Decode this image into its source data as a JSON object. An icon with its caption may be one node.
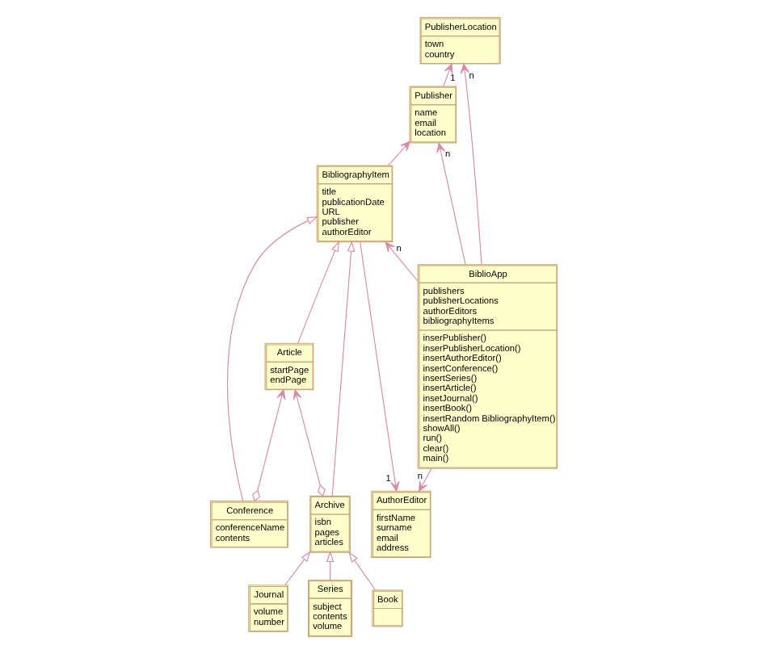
{
  "diagram": {
    "nodes": [
      {
        "text": [
          "PublisherLocation",
          "town country"
        ]
      },
      {
        "text": [
          "Publisher",
          "name email location"
        ]
      },
      {
        "text": [
          "BiblioApp",
          "publishers publisherLocations authorEditors bibliographyItems",
          "inserPublisher() inserPublisherLocation() insertAuthorEditor() insertConference() insertSeries() insertArticle() insetJournal() insertBook() insertRandom BibliographyItem() showAll() run() clear() main()"
        ]
      },
      {
        "text": [
          "BibliographyItem",
          "title publicationDate URL publisher authorEditor"
        ]
      },
      {
        "text": [
          "Archive",
          "isbn pages articles"
        ]
      },
      {
        "text": [
          "Article",
          "startPage endPage"
        ]
      },
      {
        "text": [
          "Conference",
          "conferenceName contents"
        ]
      },
      {
        "text": [
          "Journal",
          "volume number"
        ]
      },
      {
        "text": [
          "Series",
          "subject contents volume"
        ]
      },
      {
        "text": [
          "Book"
        ]
      },
      {
        "text": [
          "AuthorEditor",
          "firstName surname email address"
        ]
      }
    ],
    "edges": [
      {
        "from": 1,
        "to": 0,
        "arrow": "to",
        "label": "1"
      },
      {
        "from": 2,
        "to": 0,
        "arrow": "to",
        "label": "n"
      },
      {
        "from": 2,
        "to": 1,
        "arrow": "to",
        "label": "n"
      },
      {
        "from": 3,
        "to": 1,
        "arrow": "to"
      },
      {
        "from": 2,
        "to": 3,
        "arrow": "to",
        "label": "n"
      },
      {
        "from": 2,
        "to": 10,
        "arrow": "to",
        "label": "n"
      },
      {
        "from": 3,
        "to": 10,
        "arrow": "to",
        "label": "1"
      },
      {
        "from": 4,
        "to": 3,
        "arrow": "to"
      },
      {
        "from": 5,
        "to": 3,
        "arrow": "to"
      },
      {
        "from": 6,
        "to": 3,
        "arrow": "to"
      },
      {
        "from": 4,
        "to": 5,
        "arrow": "to"
      },
      {
        "from": 6,
        "to": 5,
        "arrow": "to"
      },
      {
        "from": 7,
        "to": 4,
        "arrow": "to"
      },
      {
        "from": 8,
        "to": 4,
        "arrow": "to"
      },
      {
        "from": 9,
        "to": 4,
        "arrow": "to"
      }
    ]
  }
}
